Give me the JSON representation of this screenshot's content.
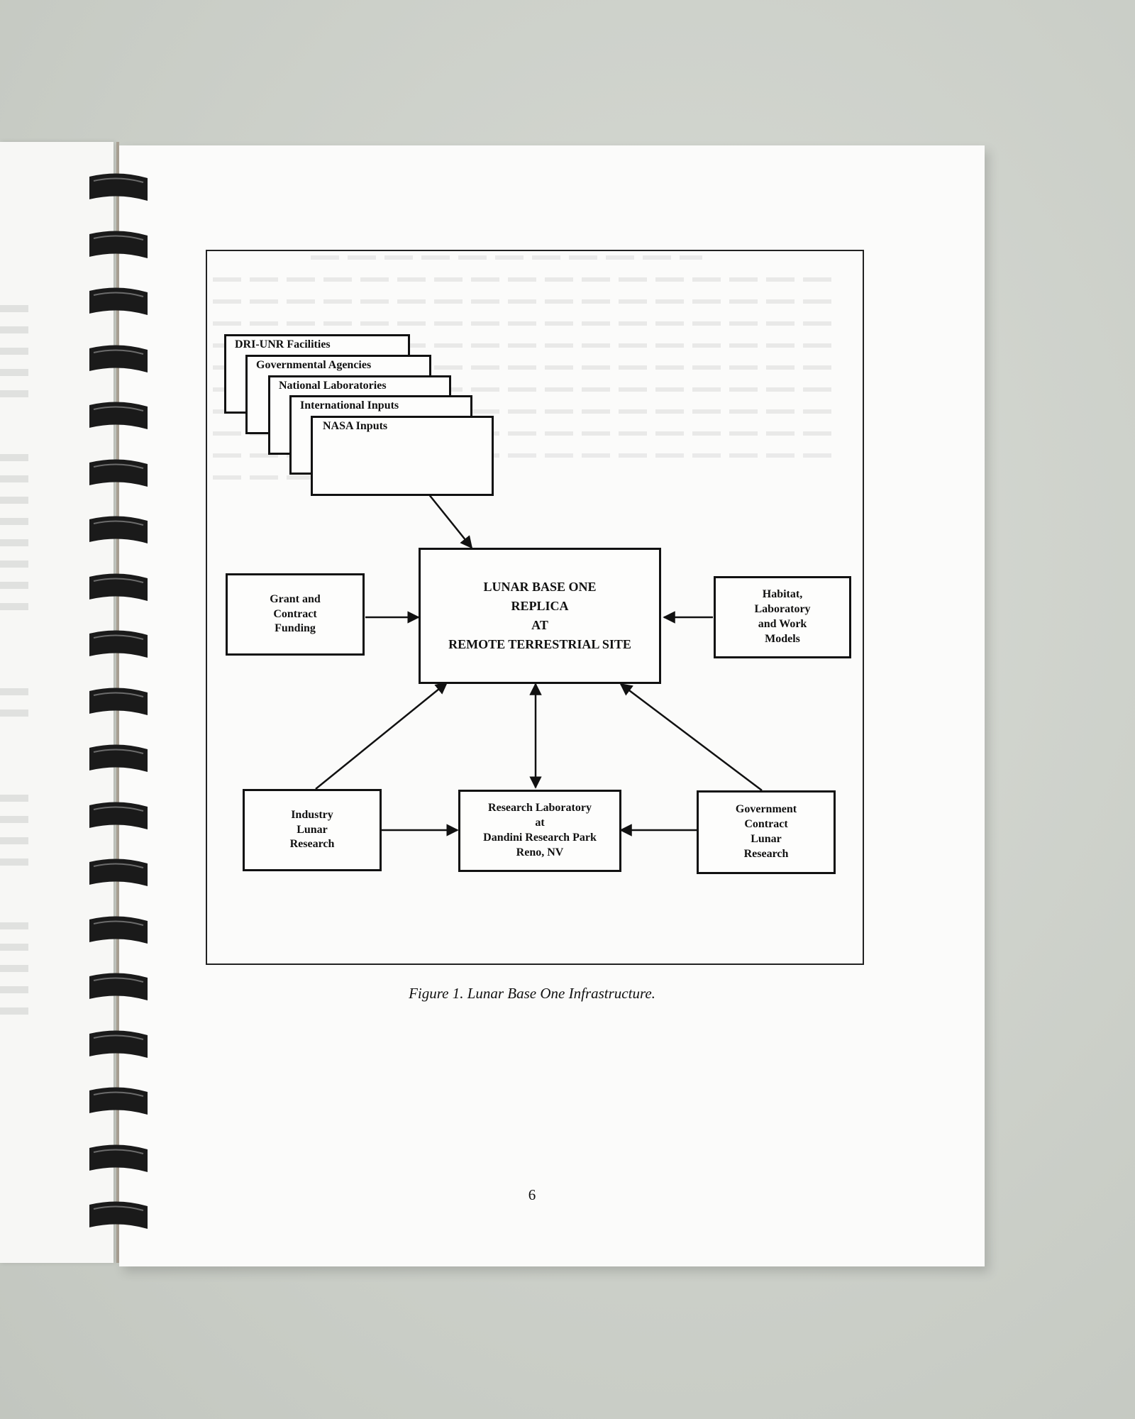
{
  "diagram": {
    "stack_boxes": [
      {
        "label": "DRI-UNR Facilities"
      },
      {
        "label": "Governmental Agencies"
      },
      {
        "label": "National Laboratories"
      },
      {
        "label": "International Inputs"
      },
      {
        "label": "NASA Inputs"
      }
    ],
    "center_box": {
      "line1": "LUNAR BASE ONE",
      "line2": "REPLICA",
      "line3": "AT",
      "line4": "REMOTE TERRESTRIAL SITE"
    },
    "left_box": {
      "line1": "Grant and",
      "line2": "Contract",
      "line3": "Funding"
    },
    "right_box": {
      "line1": "Habitat,",
      "line2": "Laboratory",
      "line3": "and Work",
      "line4": "Models"
    },
    "industry_box": {
      "line1": "Industry",
      "line2": "Lunar",
      "line3": "Research"
    },
    "research_box": {
      "line1": "Research Laboratory",
      "line2": "at",
      "line3": "Dandini Research Park",
      "line4": "Reno, NV"
    },
    "government_box": {
      "line1": "Government",
      "line2": "Contract",
      "line3": "Lunar",
      "line4": "Research"
    }
  },
  "caption": "Figure 1. Lunar Base One Infrastructure.",
  "page_number": "6",
  "colors": {
    "ink": "#111111",
    "paper": "#fbfbfa",
    "table": "#cfd3cd",
    "coil": "#1a1a1a"
  }
}
